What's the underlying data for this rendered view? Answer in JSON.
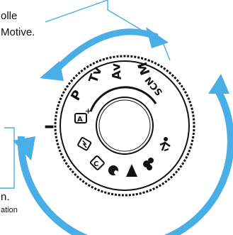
{
  "captions": {
    "top_line1": "olle",
    "top_line2": "Motive.",
    "bottom_line1": "n.",
    "bottom_line2": "ation"
  },
  "dial": {
    "labels": [
      "P",
      "Tv",
      "Av",
      "M",
      "SCN"
    ],
    "index_mark": "–"
  },
  "colors": {
    "arrow": "#4aaee6",
    "leader_line": "#4aaee6",
    "ink": "#111111",
    "dial_fill": "#ffffff"
  }
}
